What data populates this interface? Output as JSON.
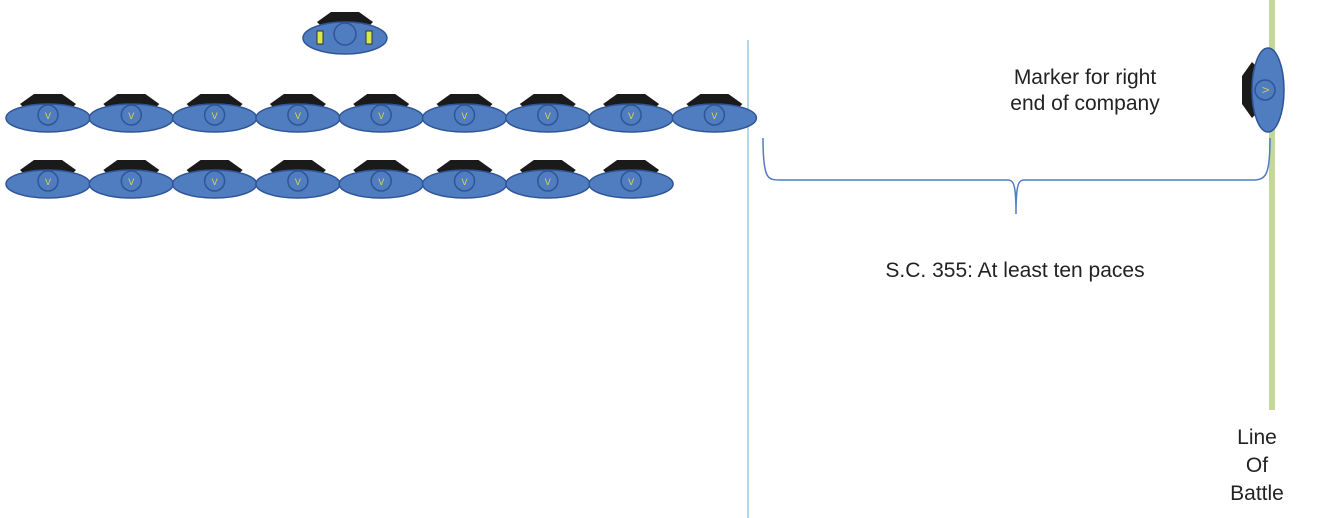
{
  "diagram": {
    "marker_label_line1": "Marker for right",
    "marker_label_line2": "end of company",
    "distance_label": "S.C. 355: At least ten paces",
    "line_of_battle_line1": "Line",
    "line_of_battle_line2": "Of",
    "line_of_battle_line3": "Battle",
    "soldier_glyph": "V",
    "front_rank_count": 9,
    "rear_rank_count": 8,
    "colors": {
      "soldier_fill": "#4f7dbf",
      "soldier_stroke": "#2f5597",
      "helmet": "#1a1a1a",
      "officer_badge": "#d9e84a",
      "guide_line": "#9ec9e2",
      "line_of_battle": "#c4d79b",
      "brace": "#4f7dbf"
    }
  }
}
